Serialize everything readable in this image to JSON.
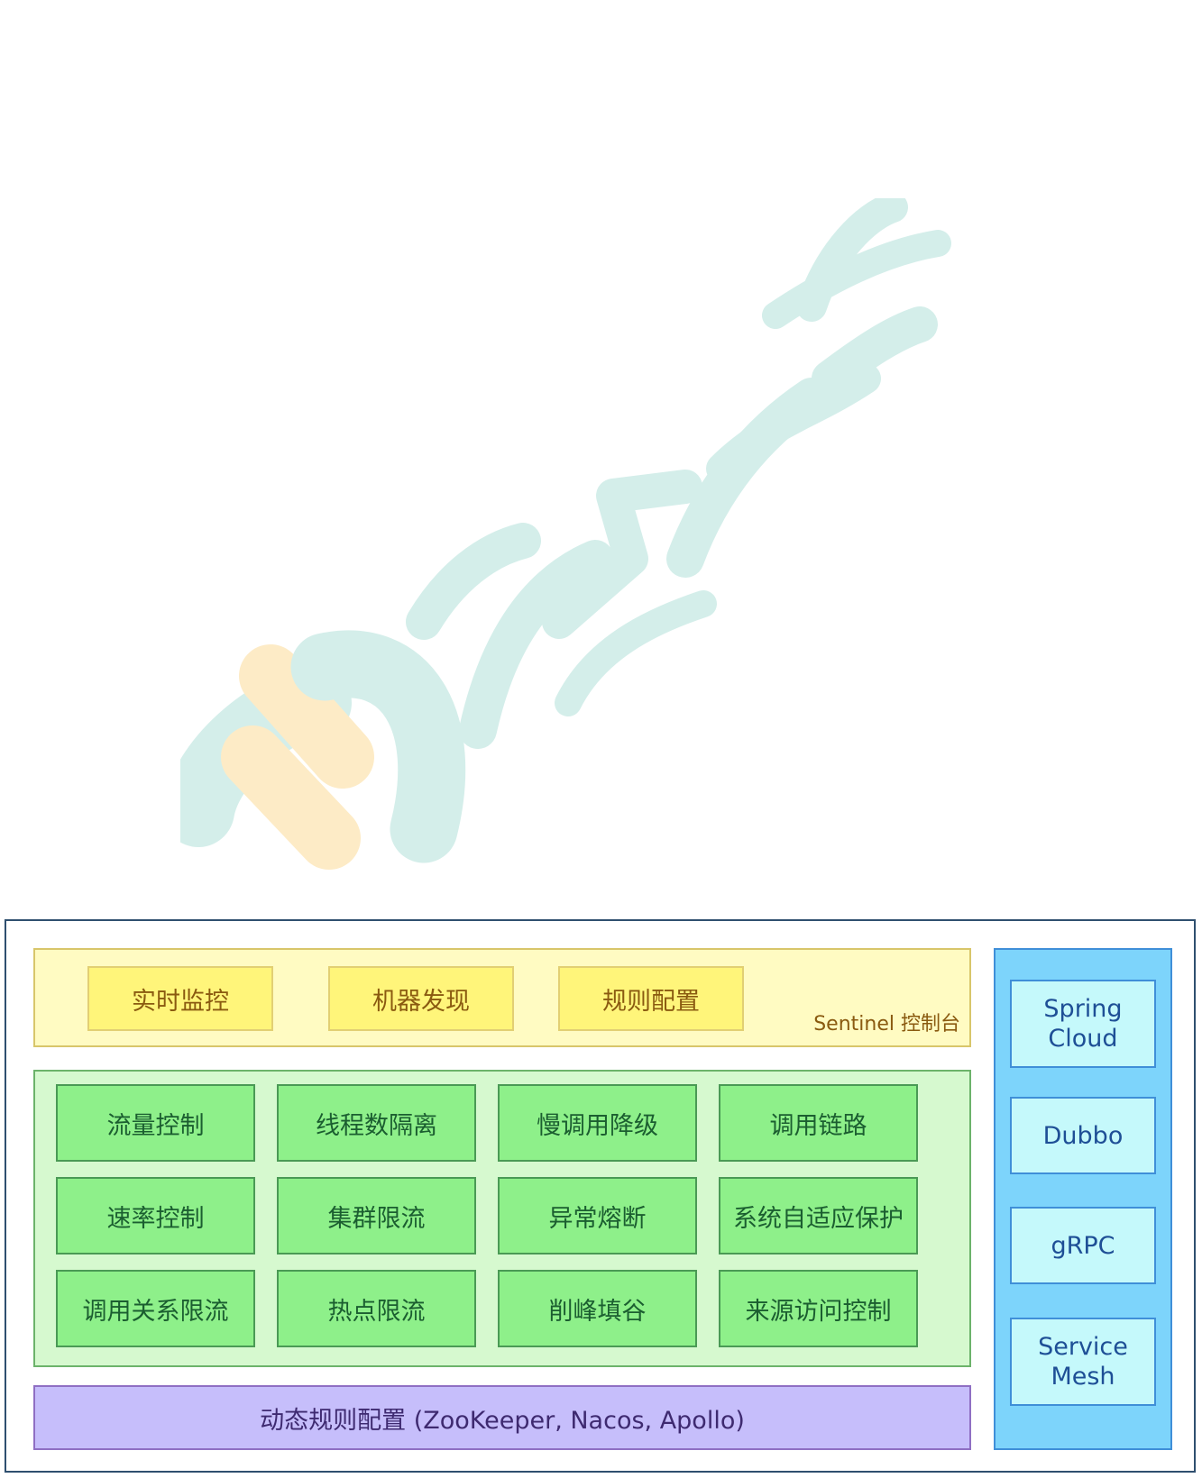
{
  "console": {
    "items": [
      "实时监控",
      "机器发现",
      "规则配置"
    ],
    "title": "Sentinel 控制台"
  },
  "core": {
    "cells": [
      [
        "流量控制",
        "线程数隔离",
        "慢调用降级",
        "调用链路"
      ],
      [
        "速率控制",
        "集群限流",
        "异常熔断",
        "系统自适应保护"
      ],
      [
        "调用关系限流",
        "热点限流",
        "削峰填谷",
        "来源访问控制"
      ]
    ]
  },
  "datasource": {
    "label": "动态规则配置 (ZooKeeper, Nacos, Apollo)"
  },
  "adapters": {
    "items": [
      "Spring\nCloud",
      "Dubbo",
      "gRPC",
      "Service\nMesh"
    ]
  },
  "colors": {
    "console_bg": "#fffbc2",
    "console_item": "#fff57a",
    "core_bg": "#d6f9cf",
    "core_cell": "#8ef08a",
    "datasource_bg": "#c6befb",
    "adapter_bg": "#7dd4fb",
    "adapter_item": "#c5f9fb",
    "watermark_teal": "#d4eeea",
    "watermark_orange": "#fdebc6"
  }
}
